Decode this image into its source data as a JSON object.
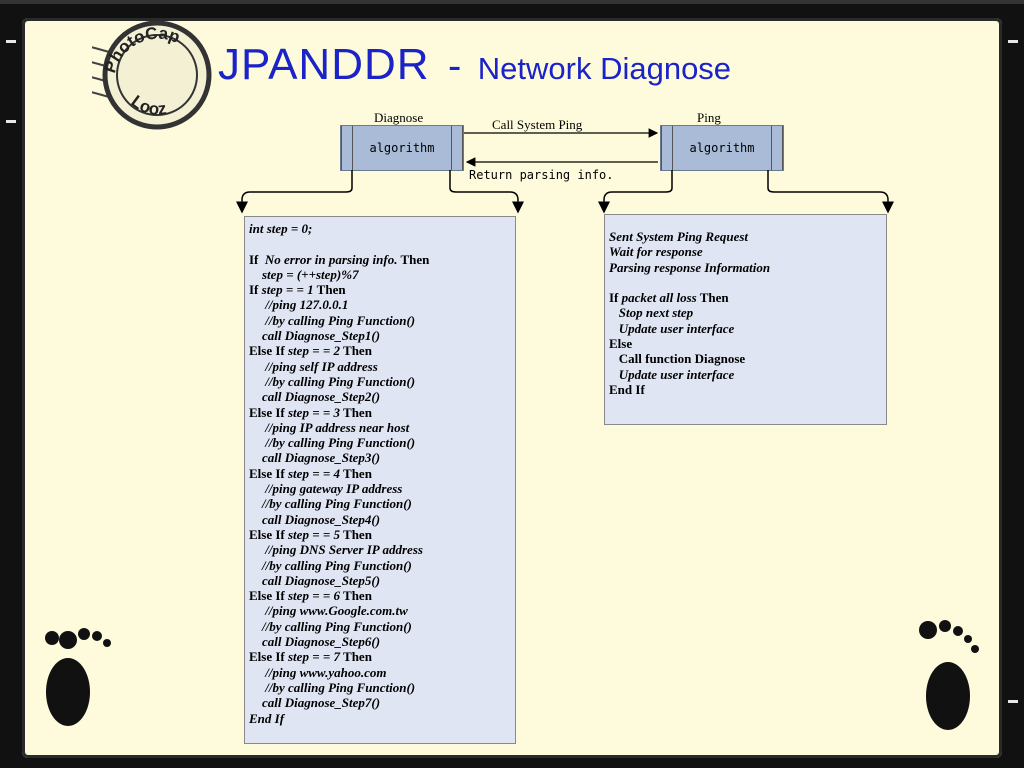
{
  "title": {
    "main": "JPANDDR",
    "separator": "-",
    "sub": "Network Diagnose"
  },
  "stamp": {
    "text": "PhotoCap Looz"
  },
  "diagram": {
    "left_module": {
      "label": "Diagnose",
      "box": "algorithm"
    },
    "right_module": {
      "label": "Ping",
      "box": "algorithm"
    },
    "arrow_right_label": "Call System Ping",
    "arrow_left_label": "Return parsing info."
  },
  "left_code": [
    [
      {
        "t": "int step = 0;",
        "i": true
      }
    ],
    [
      {
        "t": "",
        "i": true
      }
    ],
    [
      {
        "t": "If  ",
        "i": false
      },
      {
        "t": "No error in parsing info.",
        "i": true
      },
      {
        "t": " Then",
        "i": false
      }
    ],
    [
      {
        "t": "    step = (++step)%7",
        "i": true
      }
    ],
    [
      {
        "t": "If ",
        "i": false
      },
      {
        "t": "step = = 1",
        "i": true
      },
      {
        "t": " Then",
        "i": false
      }
    ],
    [
      {
        "t": "     //ping 127.0.0.1",
        "i": true
      }
    ],
    [
      {
        "t": "     //by calling Ping Function()",
        "i": true
      }
    ],
    [
      {
        "t": "    call Diagnose_Step1()",
        "i": true
      }
    ],
    [
      {
        "t": "Else If ",
        "i": false
      },
      {
        "t": "step = = 2",
        "i": true
      },
      {
        "t": " Then",
        "i": false
      }
    ],
    [
      {
        "t": "     //ping self IP address",
        "i": true
      }
    ],
    [
      {
        "t": "     //by calling Ping Function()",
        "i": true
      }
    ],
    [
      {
        "t": "    call Diagnose_Step2()",
        "i": true
      }
    ],
    [
      {
        "t": "Else If ",
        "i": false
      },
      {
        "t": "step = = 3",
        "i": true
      },
      {
        "t": " Then",
        "i": false
      }
    ],
    [
      {
        "t": "     //ping IP address near host",
        "i": true
      }
    ],
    [
      {
        "t": "     //by calling Ping Function()",
        "i": true
      }
    ],
    [
      {
        "t": "    call Diagnose_Step3()",
        "i": true
      }
    ],
    [
      {
        "t": "Else If ",
        "i": false
      },
      {
        "t": "step = = 4",
        "i": true
      },
      {
        "t": " Then",
        "i": false
      }
    ],
    [
      {
        "t": "     //ping gateway IP address",
        "i": true
      }
    ],
    [
      {
        "t": "    //by calling Ping Function()",
        "i": true
      }
    ],
    [
      {
        "t": "    call Diagnose_Step4()",
        "i": true
      }
    ],
    [
      {
        "t": "Else If ",
        "i": false
      },
      {
        "t": "step = = 5",
        "i": true
      },
      {
        "t": " Then",
        "i": false
      }
    ],
    [
      {
        "t": "     //ping DNS Server IP address",
        "i": true
      }
    ],
    [
      {
        "t": "    //by calling Ping Function()",
        "i": true
      }
    ],
    [
      {
        "t": "    call Diagnose_Step5()",
        "i": true
      }
    ],
    [
      {
        "t": "Else If ",
        "i": false
      },
      {
        "t": "step = = 6",
        "i": true
      },
      {
        "t": " Then",
        "i": false
      }
    ],
    [
      {
        "t": "     //ping www.Google.com.tw",
        "i": true
      }
    ],
    [
      {
        "t": "    //by calling Ping Function()",
        "i": true
      }
    ],
    [
      {
        "t": "    call Diagnose_Step6()",
        "i": true
      }
    ],
    [
      {
        "t": "Else If ",
        "i": false
      },
      {
        "t": "step = = 7",
        "i": true
      },
      {
        "t": " Then",
        "i": false
      }
    ],
    [
      {
        "t": "     //ping www.yahoo.com",
        "i": true
      }
    ],
    [
      {
        "t": "     //by calling Ping Function()",
        "i": true
      }
    ],
    [
      {
        "t": "    call Diagnose_Step7()",
        "i": true
      }
    ],
    [
      {
        "t": "End If",
        "i": true
      }
    ]
  ],
  "right_code": [
    [
      {
        "t": "Sent System Ping Request",
        "i": true
      }
    ],
    [
      {
        "t": "Wait for response",
        "i": true
      }
    ],
    [
      {
        "t": "Parsing response Information",
        "i": true
      }
    ],
    [
      {
        "t": "",
        "i": true
      }
    ],
    [
      {
        "t": "If ",
        "i": false
      },
      {
        "t": "packet all loss",
        "i": true
      },
      {
        "t": " Then",
        "i": false
      }
    ],
    [
      {
        "t": "   Stop next step",
        "i": true
      }
    ],
    [
      {
        "t": "   Update user interface",
        "i": true
      }
    ],
    [
      {
        "t": "Else",
        "i": false
      }
    ],
    [
      {
        "t": "   Call function Diagnose",
        "i": false
      }
    ],
    [
      {
        "t": "   Update user interface",
        "i": true
      }
    ],
    [
      {
        "t": "End If",
        "i": false
      }
    ]
  ],
  "colors": {
    "title": "#1a22c8",
    "box_fill": "#a9bbd6",
    "code_bg": "#dfe5f3",
    "paper": "#fdfbdc"
  }
}
